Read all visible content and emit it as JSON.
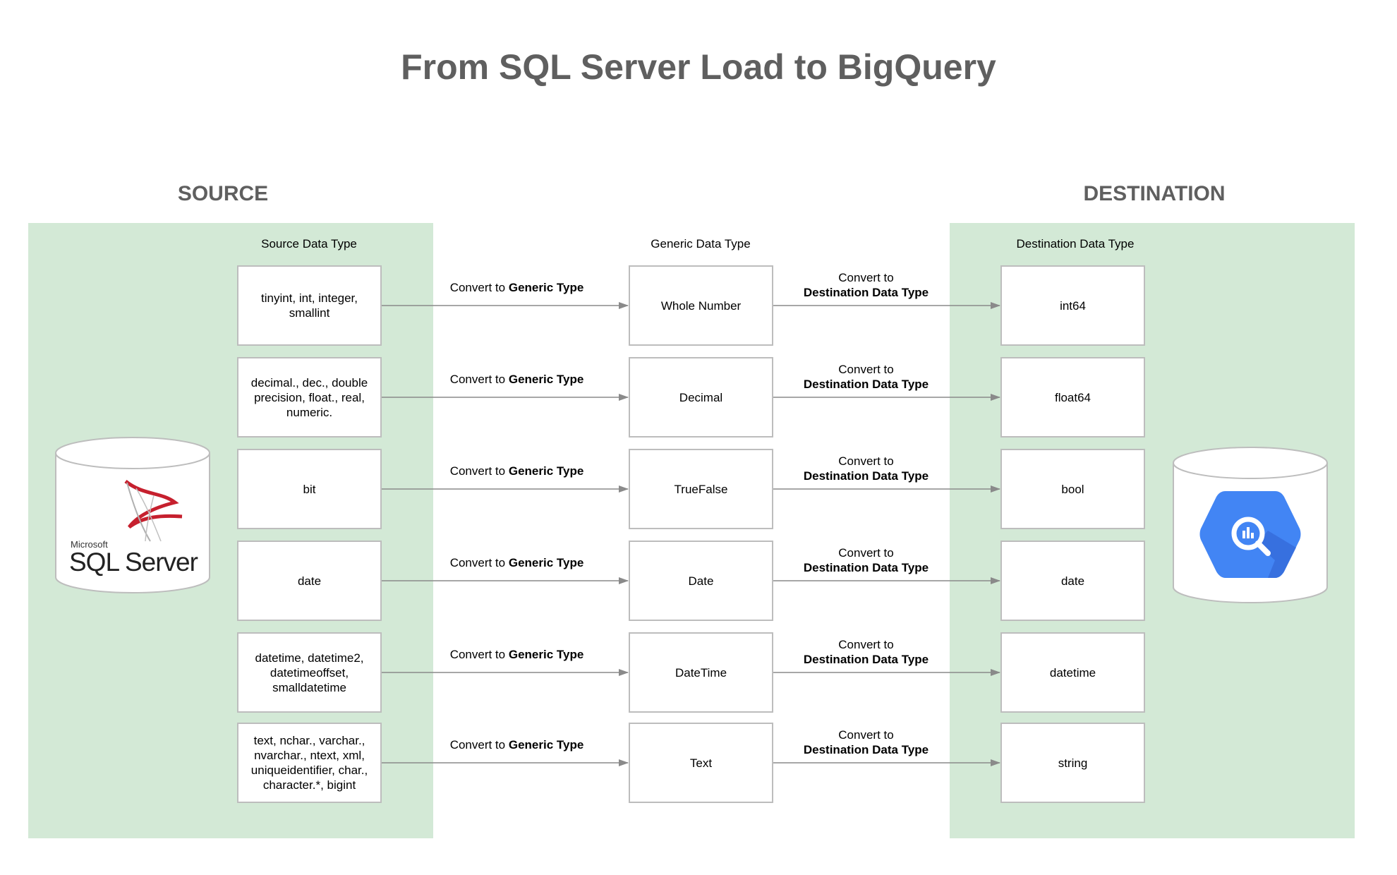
{
  "title": "From SQL Server Load to BigQuery",
  "source_heading": "SOURCE",
  "destination_heading": "DESTINATION",
  "column_headers": {
    "source": "Source Data Type",
    "generic": "Generic Data Type",
    "destination": "Destination Data Type"
  },
  "edge_labels": {
    "to_generic_prefix": "Convert to ",
    "to_generic_bold": "Generic Type",
    "to_destination_prefix": "Convert to",
    "to_destination_bold": "Destination Data Type"
  },
  "rows": [
    {
      "source": "tinyint, int, integer, smallint",
      "generic": "Whole Number",
      "destination": "int64"
    },
    {
      "source": "decimal., dec., double precision, float., real, numeric.",
      "generic": "Decimal",
      "destination": "float64"
    },
    {
      "source": "bit",
      "generic": "TrueFalse",
      "destination": "bool"
    },
    {
      "source": "date",
      "generic": "Date",
      "destination": "date"
    },
    {
      "source": "datetime, datetime2, datetimeoffset, smalldatetime",
      "generic": "DateTime",
      "destination": "datetime"
    },
    {
      "source": "text, nchar., varchar., nvarchar., ntext, xml, uniqueidentifier, char., character.*, bigint",
      "generic": "Text",
      "destination": "string"
    }
  ],
  "source_db": {
    "logo_small": "Microsoft",
    "logo_main": "SQL Server",
    "icon": "sql-server-logo"
  },
  "destination_db": {
    "icon": "bigquery-logo"
  },
  "colors": {
    "panel": "#d3e9d6",
    "heading": "#5f5f5f",
    "arrow": "#8a8a8a",
    "bigquery_blue": "#4285f4",
    "sql_red": "#c6202e"
  }
}
